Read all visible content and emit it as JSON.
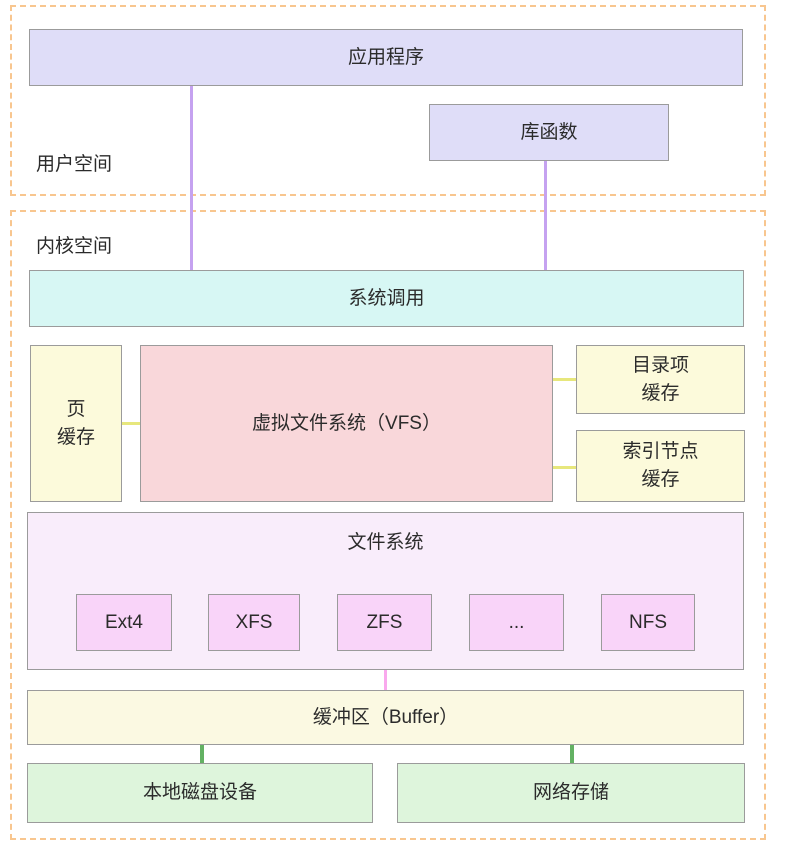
{
  "regions": {
    "user_space": {
      "label": "用户空间"
    },
    "kernel_space": {
      "label": "内核空间"
    }
  },
  "nodes": {
    "application": {
      "label": "应用程序"
    },
    "library": {
      "label": "库函数"
    },
    "system_call": {
      "label": "系统调用"
    },
    "page_cache": {
      "lines": [
        "页",
        "缓存"
      ]
    },
    "vfs": {
      "label": "虚拟文件系统（VFS）"
    },
    "dentry_cache": {
      "lines": [
        "目录项",
        "缓存"
      ]
    },
    "inode_cache": {
      "lines": [
        "索引节点",
        "缓存"
      ]
    },
    "file_system": {
      "label": "文件系统",
      "items": [
        {
          "label": "Ext4"
        },
        {
          "label": "XFS"
        },
        {
          "label": "ZFS"
        },
        {
          "label": "..."
        },
        {
          "label": "NFS"
        }
      ]
    },
    "buffer": {
      "label": "缓冲区（Buffer）"
    },
    "local_disk": {
      "label": "本地磁盘设备"
    },
    "network_storage": {
      "label": "网络存储"
    }
  },
  "colors": {
    "region_border": "#f8c68f",
    "application_bg": "#dfddf8",
    "library_bg": "#dfddf8",
    "system_call_bg": "#d7f7f4",
    "cache_bg": "#fcfadb",
    "vfs_bg": "#f9d7da",
    "file_system_bg": "#f9edfb",
    "fs_item_bg": "#f9d4f9",
    "buffer_bg": "#fbf9e2",
    "storage_bg": "#def5dc",
    "node_border": "#9b9b9b",
    "link_purple": "#c5a2f0",
    "link_yellow": "#e7e77c",
    "link_green": "#63b163",
    "link_pink": "#f9a9ed"
  }
}
